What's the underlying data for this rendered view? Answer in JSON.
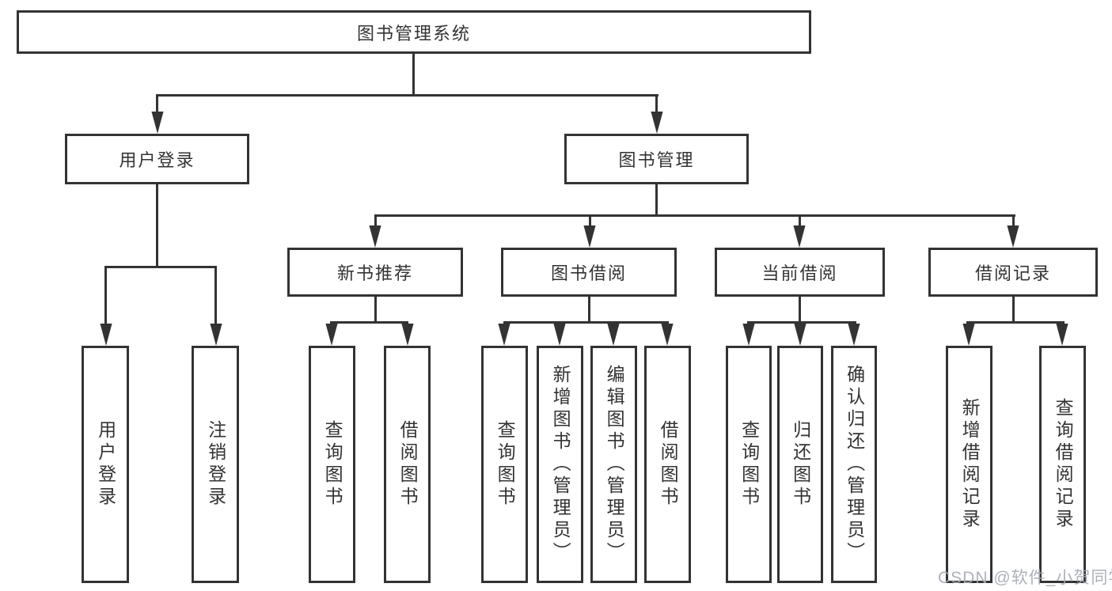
{
  "diagram": {
    "title": "图书管理系统",
    "branches": [
      {
        "label": "用户登录",
        "children": [
          "用户登录",
          "注销登录"
        ]
      },
      {
        "label": "图书管理",
        "groups": [
          {
            "label": "新书推荐",
            "children": [
              "查询图书",
              "借阅图书"
            ]
          },
          {
            "label": "图书借阅",
            "children": [
              "查询图书",
              "新增图书（管理员）",
              "编辑图书（管理员）",
              "借阅图书"
            ]
          },
          {
            "label": "当前借阅",
            "children": [
              "查询图书",
              "归还图书",
              "确认归还（管理员）"
            ]
          },
          {
            "label": "借阅记录",
            "children": [
              "新增借阅记录",
              "查询借阅记录"
            ]
          }
        ]
      }
    ]
  },
  "watermark": {
    "text": "CSDN @软件_小贺同学"
  },
  "colors": {
    "line": "#333333",
    "background": "#ffffff",
    "watermark": "#a6abb5"
  }
}
